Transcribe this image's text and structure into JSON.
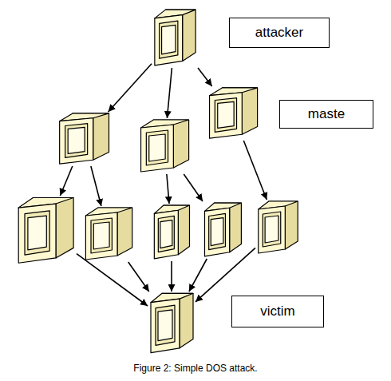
{
  "diagram": {
    "caption": "Figure 2: Simple DOS attack.",
    "nodes": [
      {
        "text": []
      },
      {
        "text": [
          "attacker"
        ]
      },
      {
        "text": []
      },
      {
        "text": []
      },
      {
        "text": []
      },
      {
        "text": [
          "maste"
        ]
      },
      {
        "text": []
      },
      {
        "text": []
      },
      {
        "text": []
      },
      {
        "text": []
      },
      {
        "text": []
      },
      {
        "text": []
      },
      {
        "text": [
          "victim"
        ]
      }
    ],
    "edges": [
      {
        "from": 0,
        "to": 2,
        "arrow": "to"
      },
      {
        "from": 0,
        "to": 3,
        "arrow": "to"
      },
      {
        "from": 0,
        "to": 4,
        "arrow": "to"
      },
      {
        "from": 2,
        "to": 6,
        "arrow": "to"
      },
      {
        "from": 2,
        "to": 7,
        "arrow": "to"
      },
      {
        "from": 3,
        "to": 8,
        "arrow": "to"
      },
      {
        "from": 3,
        "to": 9,
        "arrow": "to"
      },
      {
        "from": 4,
        "to": 10,
        "arrow": "to"
      },
      {
        "from": 6,
        "to": 11,
        "arrow": "to"
      },
      {
        "from": 7,
        "to": 11,
        "arrow": "to"
      },
      {
        "from": 8,
        "to": 11,
        "arrow": "to"
      },
      {
        "from": 9,
        "to": 11,
        "arrow": "to"
      },
      {
        "from": 10,
        "to": 11,
        "arrow": "to"
      }
    ]
  }
}
